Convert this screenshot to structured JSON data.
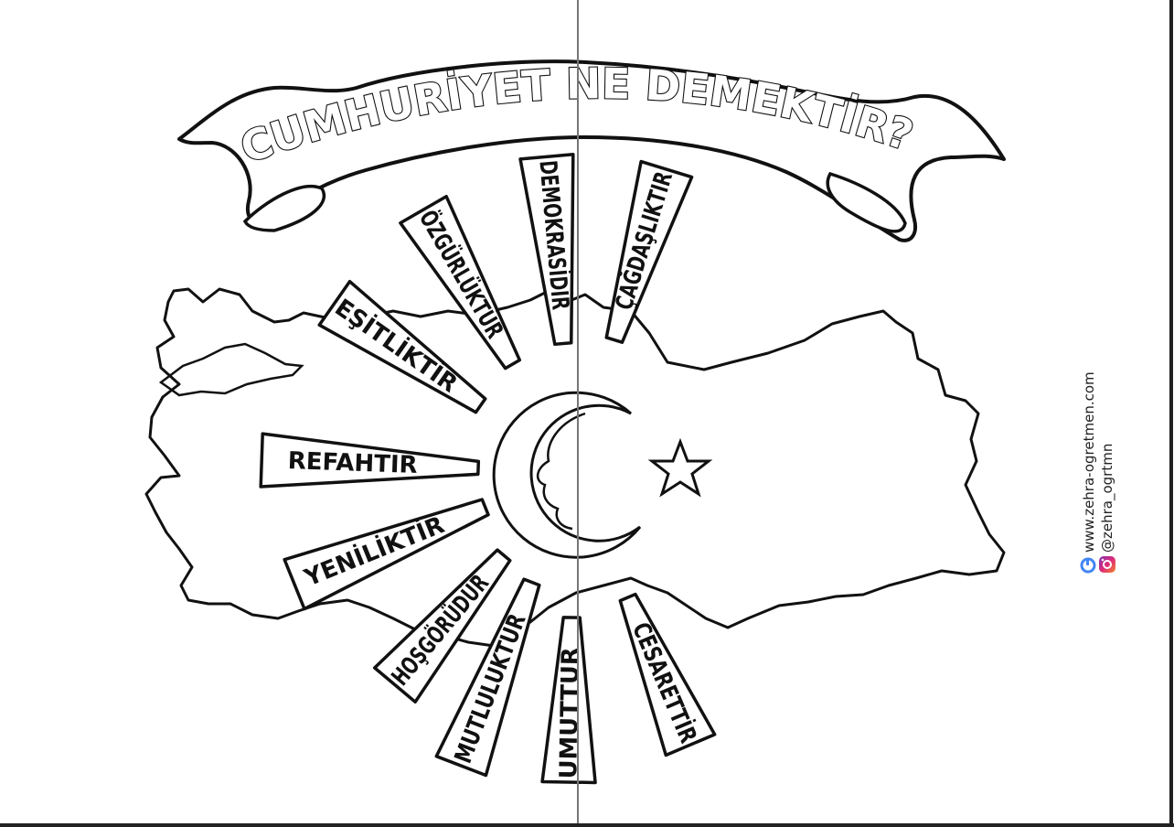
{
  "worksheet": {
    "title": "CUMHURİYET NE DEMEKTİR?",
    "rays": [
      {
        "label": "DEMOKRASİDİR"
      },
      {
        "label": "ÇAĞDAŞLIKTIR"
      },
      {
        "label": "ÖZGÜRLÜKTÜR"
      },
      {
        "label": "EŞİTLİKTİR"
      },
      {
        "label": "REFAHTIR"
      },
      {
        "label": "YENİLİKTİR"
      },
      {
        "label": "HOŞGÖRÜDÜR"
      },
      {
        "label": "MUTLULUKTUR"
      },
      {
        "label": "UMUTTUR"
      },
      {
        "label": "CESARETTİR"
      }
    ]
  },
  "credits": {
    "website": "www.zehra-ogretmen.com",
    "instagram": "@zehra_ogrtmn",
    "website_icon": "google-g-icon",
    "instagram_icon": "instagram-icon"
  },
  "colors": {
    "ink": "#111111",
    "paper": "#ffffff",
    "fold_line": "#777777",
    "instagram_gradient": [
      "#f58529",
      "#dd2a7b",
      "#8134af"
    ]
  }
}
